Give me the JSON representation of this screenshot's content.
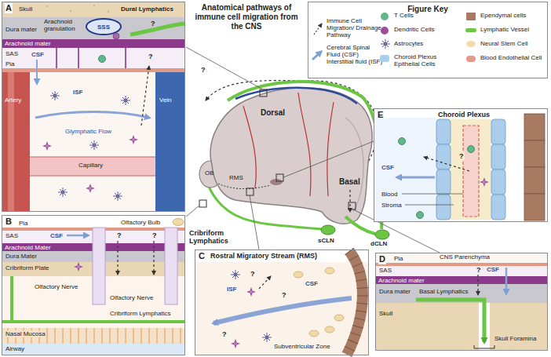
{
  "diagram": {
    "title": "Anatomical pathways of immune cell migration from the CNS",
    "nodes": [
      {
        "text": [
          "Figure Key"
        ]
      },
      {
        "text": [
          "A",
          "Skull",
          "Arachnoid granulation",
          "SSS",
          "Dural Lymphatics",
          "Dura mater",
          "Arachnoid mater",
          "SAS",
          "Pia",
          "CSF",
          "Artery",
          "Vein",
          "ISF",
          "Glymphatic Flow",
          "Capillary",
          "?",
          "?"
        ]
      },
      {
        "text": [
          "Dorsal",
          "OB",
          "RMS",
          "Basal"
        ]
      },
      {
        "text": [
          "E",
          "Choroid Plexus",
          "CSF",
          "Blood",
          "Stroma",
          "?"
        ]
      },
      {
        "text": [
          "B",
          "Pia",
          "SAS",
          "Arachnoid Mater",
          "Dura Mater",
          "Cribriform Plate",
          "Olfactory Bulb",
          "Olfactory Nerve",
          "CSF",
          "Olfactory Nerve",
          "Cribriform Lymphatics",
          "Nasal Mucosa",
          "Airway",
          "?",
          "?"
        ]
      },
      {
        "text": [
          "C",
          "Rostral Migratory Stream (RMS)",
          "ISF",
          "CSF",
          "Subventricular Zone",
          "?",
          "?",
          "?"
        ]
      },
      {
        "text": [
          "D",
          "CNS Parenchyma",
          "Pia",
          "SAS",
          "Arachnoid mater",
          "Dura mater",
          "CSF",
          "Basal Lymphatics",
          "Skull",
          "Skull Foramina",
          "?"
        ]
      }
    ],
    "labels": [
      "?",
      "Cribriform Lymphatics",
      "sCLN",
      "dCLN"
    ],
    "legend": [
      {
        "text": "Immune Cell Migration/ Drainage Pathway"
      },
      {
        "text": "Cerebral Spinal Fluid (CSF) Interstitial fluid (ISF)"
      },
      {
        "text": "T Cells",
        "color": "#5fb88a"
      },
      {
        "text": "Dendritic Cells",
        "color": "#9b4f9b"
      },
      {
        "text": "Astrocytes"
      },
      {
        "text": "Choroid Plexus Epithelial Cells",
        "color": "#a9cdea"
      },
      {
        "text": "Ependymal cells",
        "color": "#a87a62"
      },
      {
        "text": "Lymphatic Vessel",
        "color": "#6cc644"
      },
      {
        "text": "Neural Stem Cell",
        "color": "#f2d9a8"
      },
      {
        "text": "Blood Endothelial Cell",
        "color": "#e89a8a"
      }
    ]
  }
}
